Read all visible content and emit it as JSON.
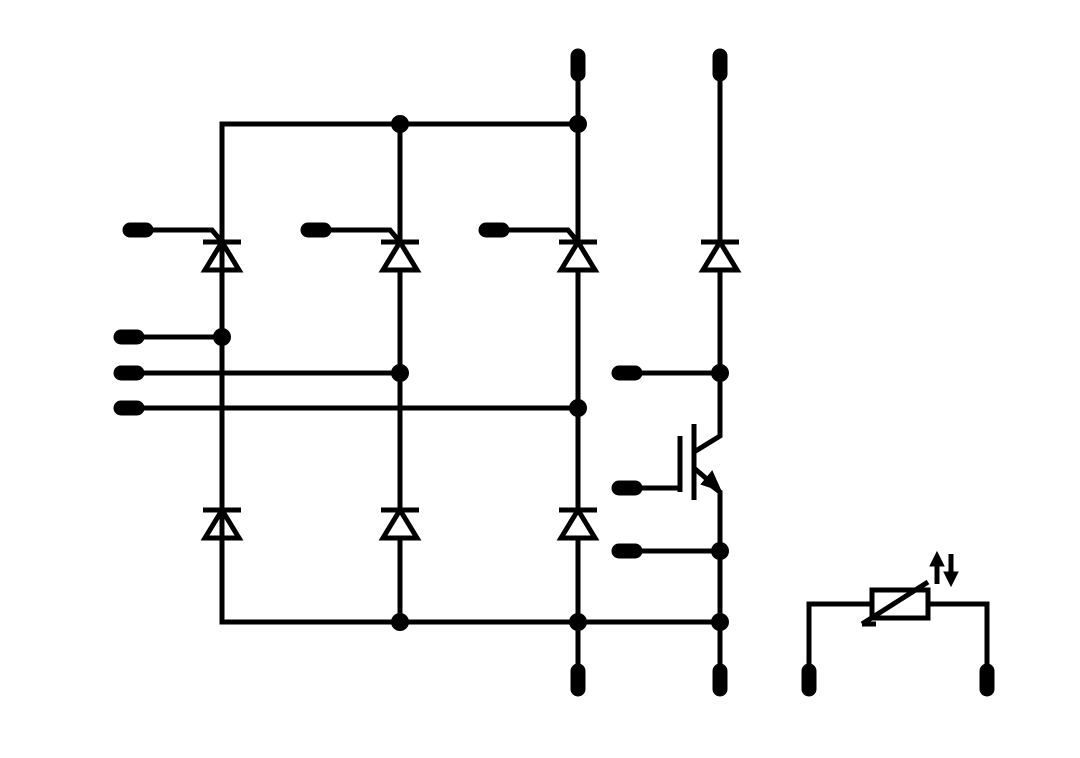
{
  "diagram": {
    "kind": "schematic",
    "stroke_color": "#000000",
    "background_color": "#ffffff",
    "components": [
      {
        "type": "thyristor",
        "id": "thyristor-1"
      },
      {
        "type": "thyristor",
        "id": "thyristor-2"
      },
      {
        "type": "thyristor",
        "id": "thyristor-3"
      },
      {
        "type": "diode",
        "id": "diode-4"
      },
      {
        "type": "diode",
        "id": "diode-5"
      },
      {
        "type": "diode",
        "id": "diode-6"
      },
      {
        "type": "diode",
        "id": "freewheel-diode"
      },
      {
        "type": "igbt",
        "id": "igbt"
      },
      {
        "type": "thermistor",
        "id": "thermistor"
      }
    ],
    "terminal_count": 16
  }
}
